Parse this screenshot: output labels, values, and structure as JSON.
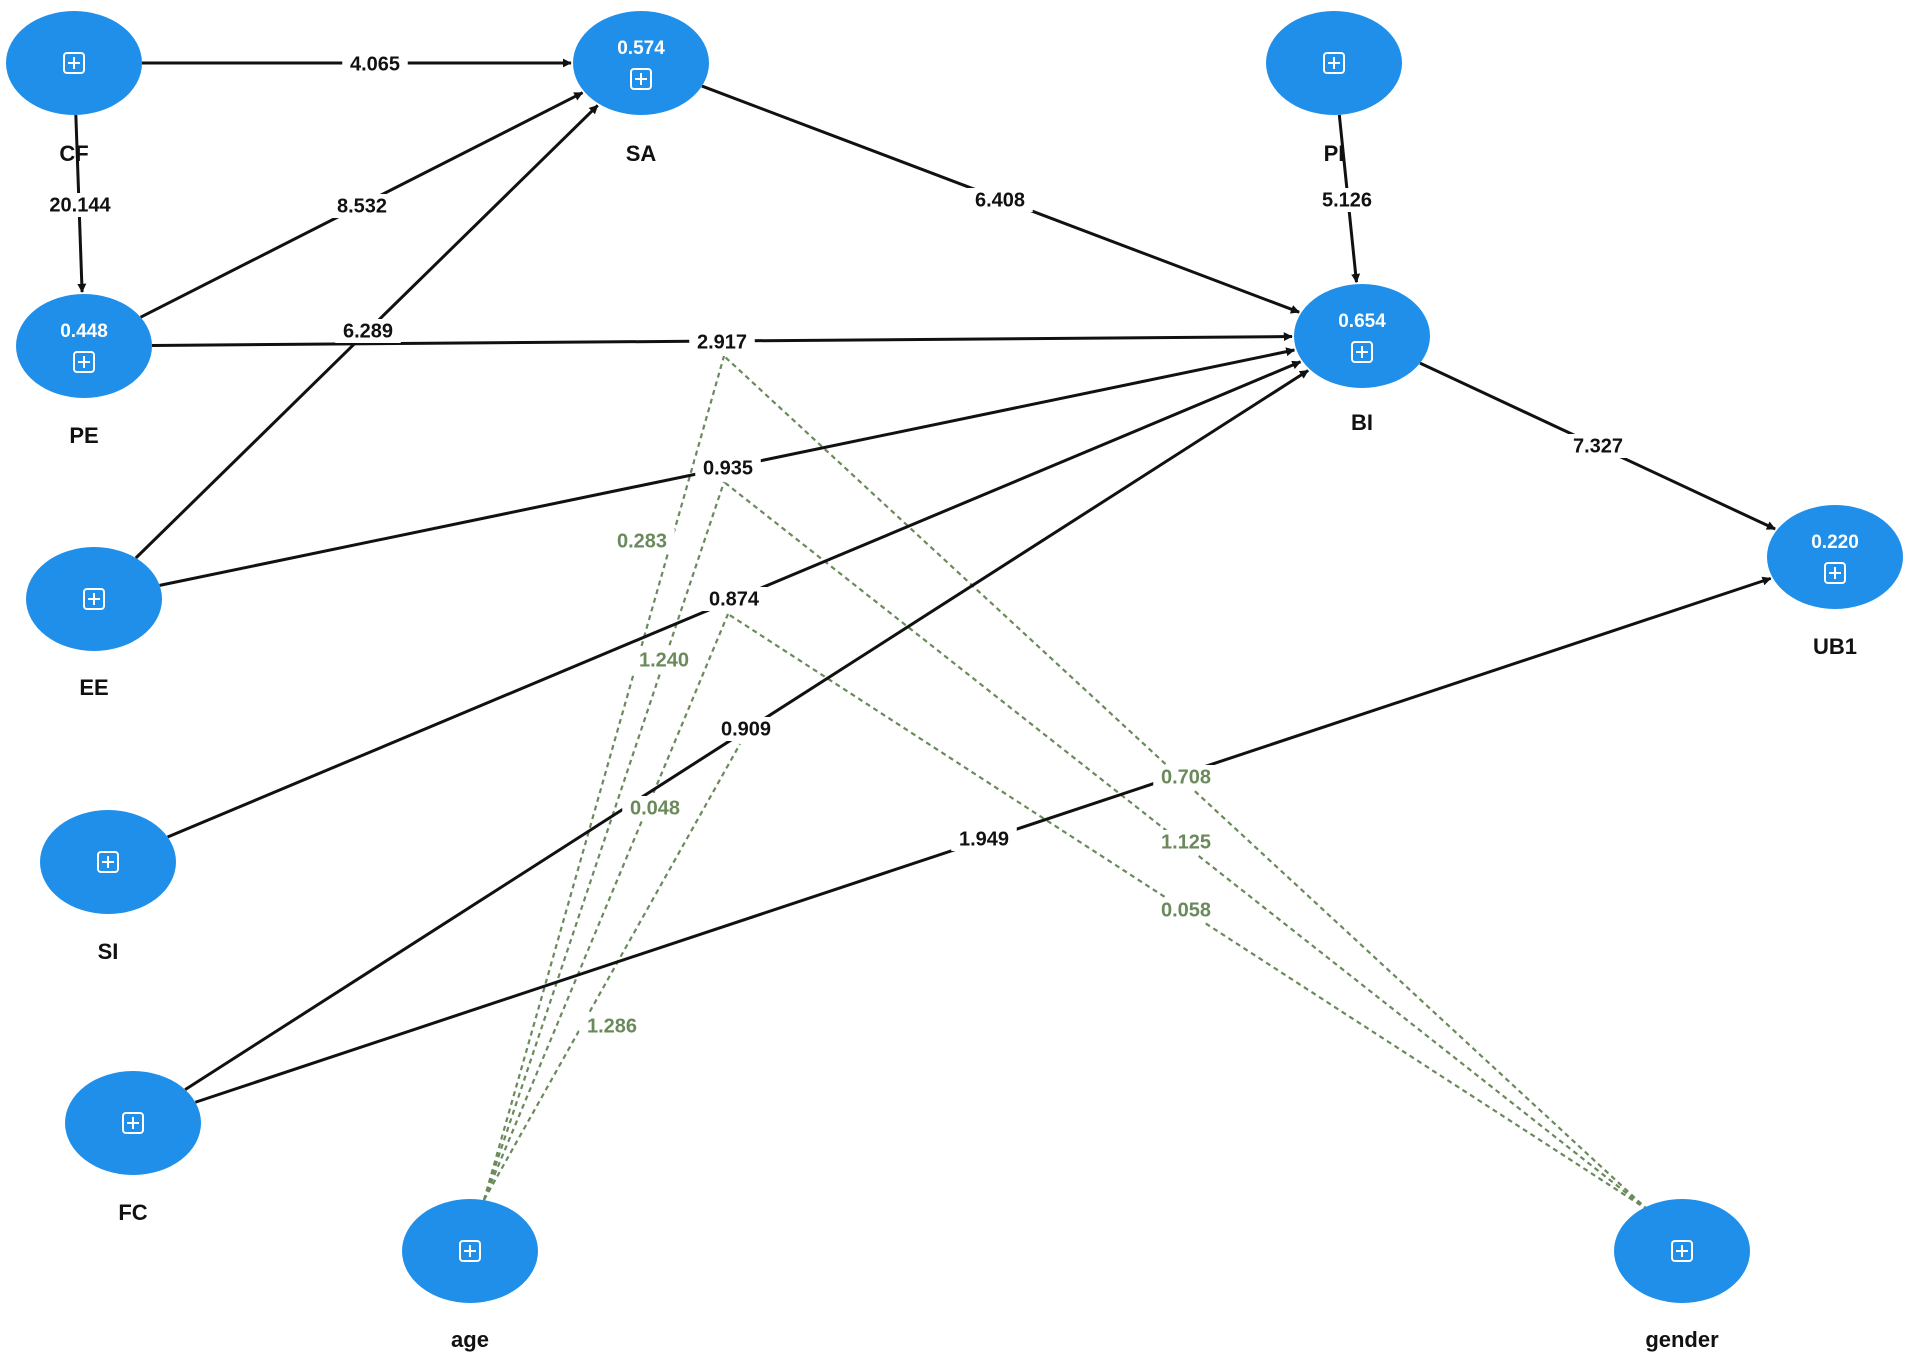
{
  "nodes": [
    {
      "id": "CF",
      "label": "CF",
      "r2": ""
    },
    {
      "id": "SA",
      "label": "SA",
      "r2": "0.574"
    },
    {
      "id": "PI",
      "label": "PI",
      "r2": ""
    },
    {
      "id": "PE",
      "label": "PE",
      "r2": "0.448"
    },
    {
      "id": "BI",
      "label": "BI",
      "r2": "0.654"
    },
    {
      "id": "EE",
      "label": "EE",
      "r2": ""
    },
    {
      "id": "UB1",
      "label": "UB1",
      "r2": "0.220"
    },
    {
      "id": "SI",
      "label": "SI",
      "r2": ""
    },
    {
      "id": "FC",
      "label": "FC",
      "r2": ""
    },
    {
      "id": "age",
      "label": "age",
      "r2": ""
    },
    {
      "id": "gender",
      "label": "gender",
      "r2": ""
    }
  ],
  "paths": [
    {
      "from": "CF",
      "to": "SA",
      "value": "4.065",
      "style": "solid"
    },
    {
      "from": "CF",
      "to": "PE",
      "value": "20.144",
      "style": "solid"
    },
    {
      "from": "PE",
      "to": "SA",
      "value": "8.532",
      "style": "solid"
    },
    {
      "from": "EE",
      "to": "SA",
      "value": "6.289",
      "style": "solid"
    },
    {
      "from": "SA",
      "to": "BI",
      "value": "6.408",
      "style": "solid"
    },
    {
      "from": "PI",
      "to": "BI",
      "value": "5.126",
      "style": "solid"
    },
    {
      "from": "PE",
      "to": "BI",
      "value": "2.917",
      "style": "solid"
    },
    {
      "from": "EE",
      "to": "BI",
      "value": "0.935",
      "style": "solid"
    },
    {
      "from": "SI",
      "to": "BI",
      "value": "0.874",
      "style": "solid"
    },
    {
      "from": "FC",
      "to": "BI",
      "value": "0.909",
      "style": "solid"
    },
    {
      "from": "BI",
      "to": "UB1",
      "value": "7.327",
      "style": "solid"
    },
    {
      "from": "FC",
      "to": "UB1",
      "value": "1.949",
      "style": "solid"
    }
  ],
  "moderations": [
    {
      "from": "age",
      "target": "PE-BI",
      "value": "0.283"
    },
    {
      "from": "age",
      "target": "EE-BI",
      "value": "1.240"
    },
    {
      "from": "age",
      "target": "SI-BI",
      "value": "0.048"
    },
    {
      "from": "age",
      "target": "FC-BI",
      "value": "1.286"
    },
    {
      "from": "gender",
      "target": "PE-BI",
      "value": "0.708"
    },
    {
      "from": "gender",
      "target": "EE-BI",
      "value": "1.125"
    },
    {
      "from": "gender",
      "target": "SI-BI",
      "value": "0.058"
    }
  ],
  "colors": {
    "node": "#1f8fea",
    "solid_edge": "#111111",
    "moderation_edge": "#6a8a5c"
  },
  "icon": "expand-plus-icon"
}
